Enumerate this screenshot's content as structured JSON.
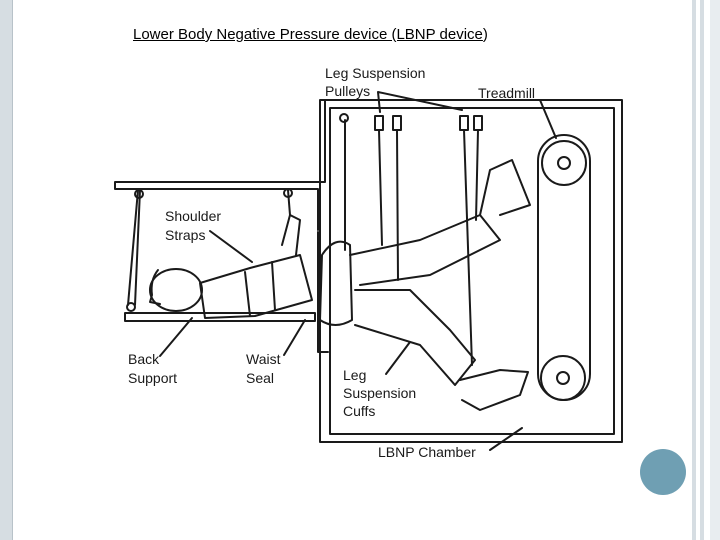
{
  "slide": {
    "title": "Lower Body Negative Pressure device (LBNP device",
    "title_suffix": ")"
  },
  "labels": {
    "leg_suspension_pulleys": [
      "Leg Suspension",
      "Pulleys"
    ],
    "treadmill": "Treadmill",
    "shoulder_straps": [
      "Shoulder",
      "Straps"
    ],
    "back_support": [
      "Back",
      "Support"
    ],
    "waist_seal": [
      "Waist",
      "Seal"
    ],
    "leg_suspension_cuffs": [
      "Leg",
      "Suspension",
      "Cuffs"
    ],
    "lbnp_chamber": "LBNP Chamber"
  },
  "colors": {
    "accent_dot": "#6f9fb3",
    "border": "#d6dde2",
    "ink": "#1a1a1a"
  }
}
